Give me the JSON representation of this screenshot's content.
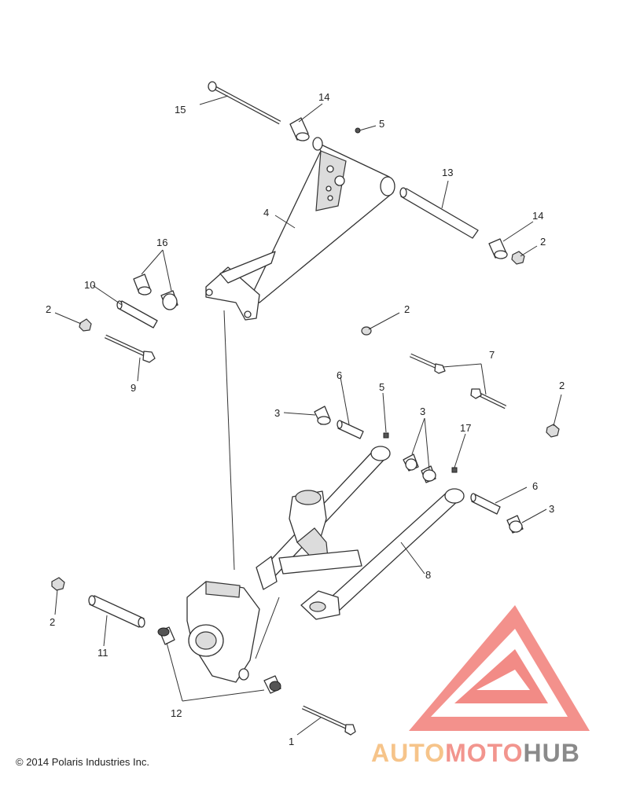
{
  "copyright": "© 2014 Polaris Industries Inc.",
  "watermark": {
    "word1": "AUTO",
    "word2": "MOTO",
    "word3": "HUB",
    "colors": {
      "triangle": "#f28b86",
      "word1": "#f6c48a",
      "word2": "#f2958e",
      "word3": "#8a8a8a"
    }
  },
  "callouts": {
    "c15": "15",
    "c14a": "14",
    "c5a": "5",
    "c13": "13",
    "c4": "4",
    "c14b": "14",
    "c2a": "2",
    "c16": "16",
    "c10": "10",
    "c2b": "2",
    "c2c": "2",
    "c9": "9",
    "c7": "7",
    "c2d": "2",
    "c6a": "6",
    "c5b": "5",
    "c3a": "3",
    "c3b": "3",
    "c17": "17",
    "c6b": "6",
    "c3c": "3",
    "c8": "8",
    "c2e": "2",
    "c11": "11",
    "c12": "12",
    "c1": "1"
  }
}
